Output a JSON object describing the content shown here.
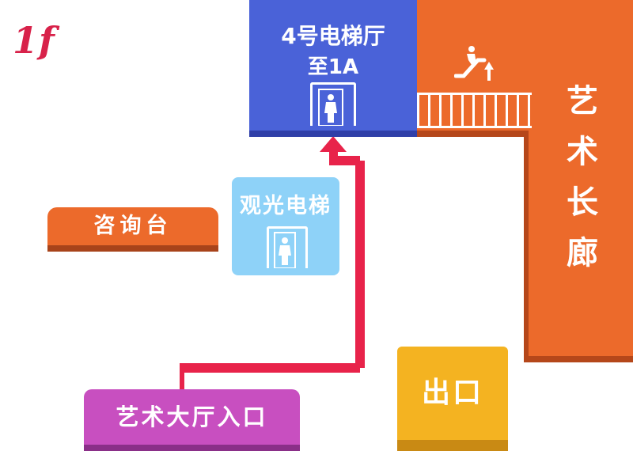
{
  "floor": {
    "label": "1f"
  },
  "elevator_hall_4": {
    "line1": "4号电梯厅",
    "line2": "至1A"
  },
  "art_gallery": {
    "label": "艺术长廊"
  },
  "info_desk": {
    "label": "咨询台"
  },
  "sightseeing_elevator": {
    "label": "观光电梯"
  },
  "entrance": {
    "label": "艺术大厅入口"
  },
  "exit": {
    "label": "出口"
  },
  "icons": [
    "elevator-person-icon",
    "escalator-up-icon",
    "route-arrow"
  ],
  "colors": {
    "hall4_blue": "#4a62d8",
    "gallery_orange": "#ec6a2b",
    "sightseeing_blue": "#8ed2f8",
    "entrance_purple": "#c84fc0",
    "exit_yellow": "#f4b321",
    "route_red": "#e8234a"
  }
}
